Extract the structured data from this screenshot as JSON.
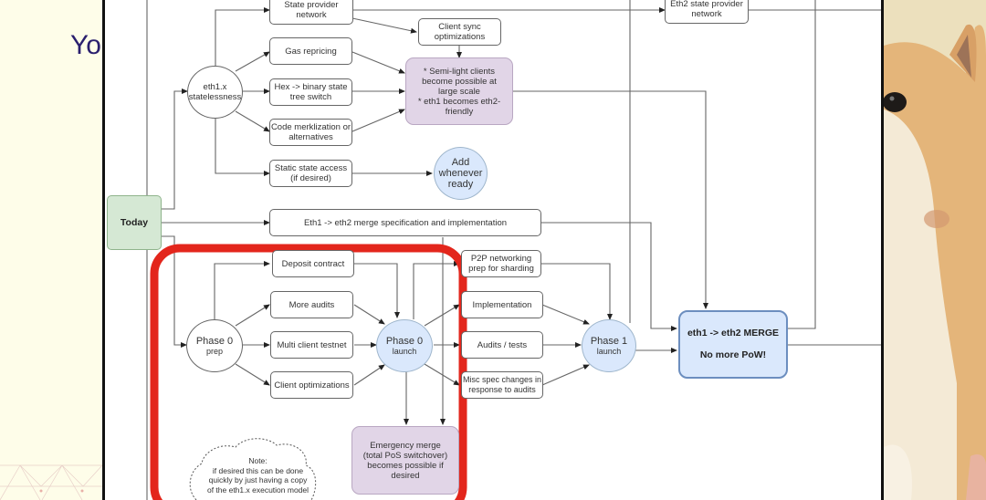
{
  "slide": {
    "title_fragment": "Yo",
    "background_color": "#fefde9",
    "title_color": "#2a1f6e"
  },
  "diagram": {
    "nodes": {
      "today": "Today",
      "state_provider": "State provider network",
      "client_sync": "Client sync optimizations",
      "eth2_state_provider": "Eth2 state provider network",
      "gas_repricing": "Gas repricing",
      "eth1x_stateless_l1": "eth1.x",
      "eth1x_stateless_l2": "statelessness",
      "hex_binary": "Hex -> binary state tree switch",
      "code_merkle": "Code merklization or alternatives",
      "semi_light_l1": "* Semi-light clients become possible at large scale",
      "semi_light_l2": "* eth1 becomes eth2-friendly",
      "static_state": "Static state access (if desired)",
      "add_whenever": "Add whenever ready",
      "merge_spec": "Eth1 -> eth2 merge specification and implementation",
      "deposit_contract": "Deposit contract",
      "p2p_networking": "P2P networking prep for sharding",
      "more_audits": "More audits",
      "implementation": "Implementation",
      "phase0_prep_l1": "Phase 0",
      "phase0_prep_l2": "prep",
      "multi_client": "Multi client testnet",
      "phase0_launch_l1": "Phase 0",
      "phase0_launch_l2": "launch",
      "audits_tests": "Audits / tests",
      "phase1_launch_l1": "Phase 1",
      "phase1_launch_l2": "launch",
      "merge_l1": "eth1 -> eth2 MERGE",
      "merge_l2": "No more PoW!",
      "client_opt": "Client optimizations",
      "misc_spec": "Misc spec changes in response to audits",
      "emergency_merge": "Emergency merge (total PoS switchover) becomes possible if desired",
      "note_l1": "Note:",
      "note_l2": "if desired this can be done",
      "note_l3": "quickly by just having a copy",
      "note_l4": "of the eth1.x execution model"
    },
    "colors": {
      "highlight": "#e3261c",
      "blue_fill": "#dae8fc",
      "purple_fill": "#e1d5e7",
      "green_fill": "#d5e8d4"
    }
  }
}
